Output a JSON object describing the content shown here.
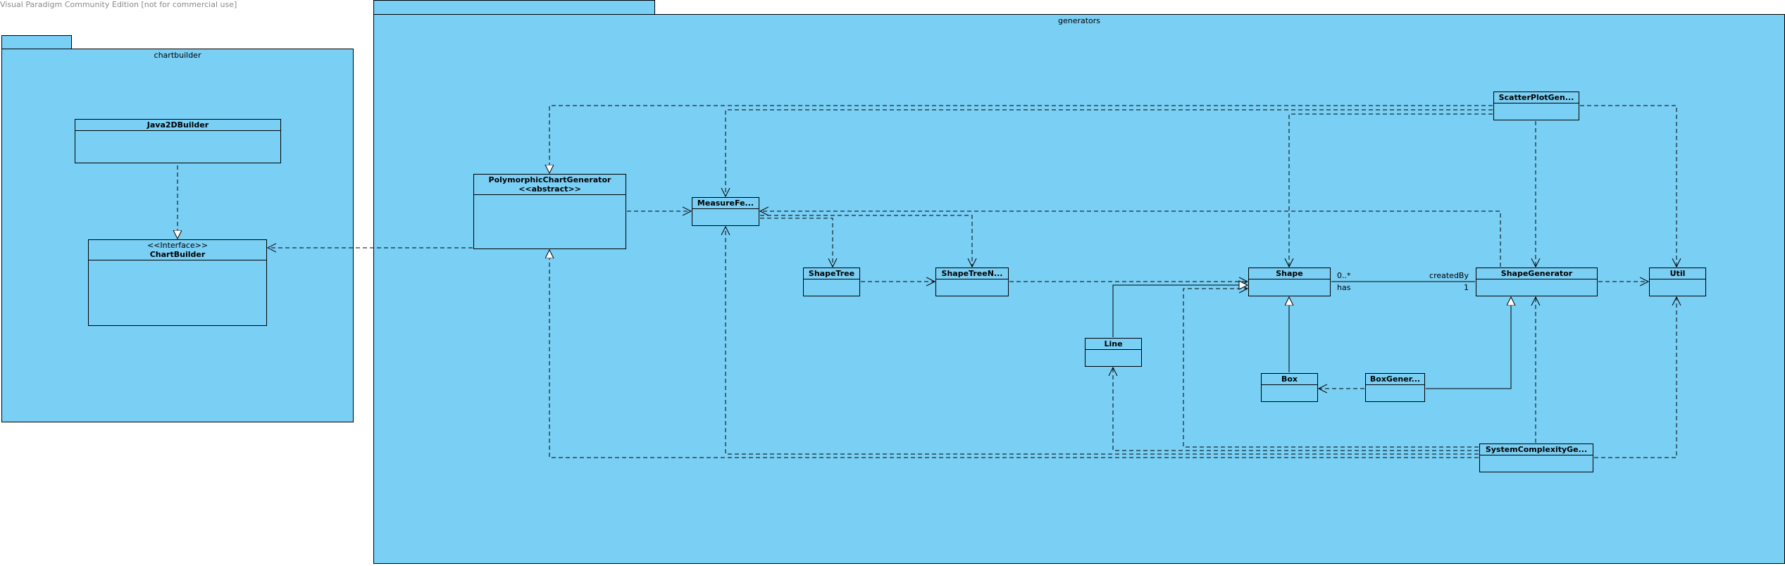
{
  "watermark": "Visual Paradigm Community Edition [not for commercial use]",
  "colors": {
    "package_fill": "#7ACFF5",
    "class_fill": "#7ACFF5",
    "line": "#000000"
  },
  "packages": {
    "chartbuilder": {
      "name": "chartbuilder"
    },
    "generators": {
      "name": "generators"
    }
  },
  "classes": {
    "java2dbuilder": {
      "name": "Java2DBuilder"
    },
    "chartbuilder": {
      "stereotype": "<<Interface>>",
      "name": "ChartBuilder"
    },
    "polymorphic": {
      "name": "PolymorphicChartGenerator",
      "stereotype": "<<abstract>>"
    },
    "measurefe": {
      "name": "MeasureFe..."
    },
    "shapetree": {
      "name": "ShapeTree"
    },
    "shapetreen": {
      "name": "ShapeTreeN..."
    },
    "shape": {
      "name": "Shape"
    },
    "line": {
      "name": "Line"
    },
    "box": {
      "name": "Box"
    },
    "boxgener": {
      "name": "BoxGener..."
    },
    "shapegenerator": {
      "name": "ShapeGenerator"
    },
    "util": {
      "name": "Util"
    },
    "scatterplot": {
      "name": "ScatterPlotGen..."
    },
    "systemcomplexity": {
      "name": "SystemComplexityGe..."
    }
  },
  "association": {
    "source_multiplicity": "0..*",
    "source_role": "has",
    "target_role": "createdBy",
    "target_multiplicity": "1"
  }
}
